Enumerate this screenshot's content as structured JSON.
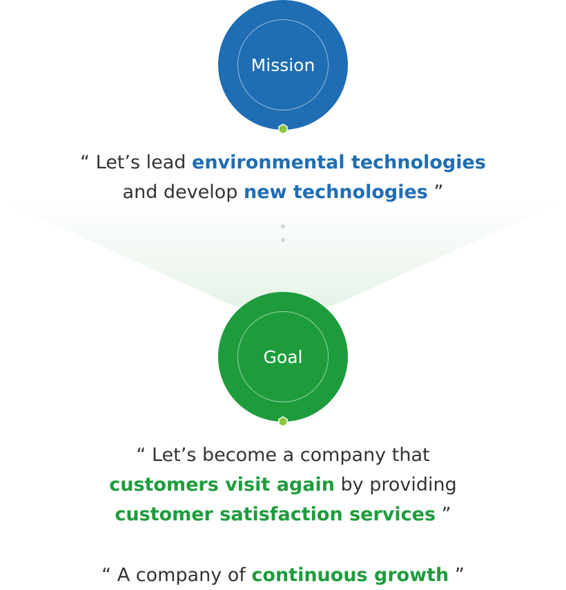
{
  "mission": {
    "label": "Mission",
    "color": "#1f6db3",
    "quote": {
      "open": "“ ",
      "line1_pre": "Let’s lead ",
      "line1_em": "environmental technologies",
      "line2_pre": "and develop ",
      "line2_em": "new technologies",
      "close": " ”"
    }
  },
  "goal": {
    "label": "Goal",
    "color": "#1e9c3c",
    "quote": {
      "open": "“ ",
      "line1": "Let’s become a company that",
      "line2_em": "customers visit again",
      "line2_post": " by providing",
      "line3_em": "customer satisfaction services",
      "close": " ”"
    },
    "slogan": {
      "open": "“  ",
      "pre": "A company of ",
      "em": "continuous growth",
      "close": " ”"
    }
  },
  "colors": {
    "hexagon": "#8cc63f",
    "beam": "#e9f4ea",
    "dots": "#d4d4d4"
  }
}
